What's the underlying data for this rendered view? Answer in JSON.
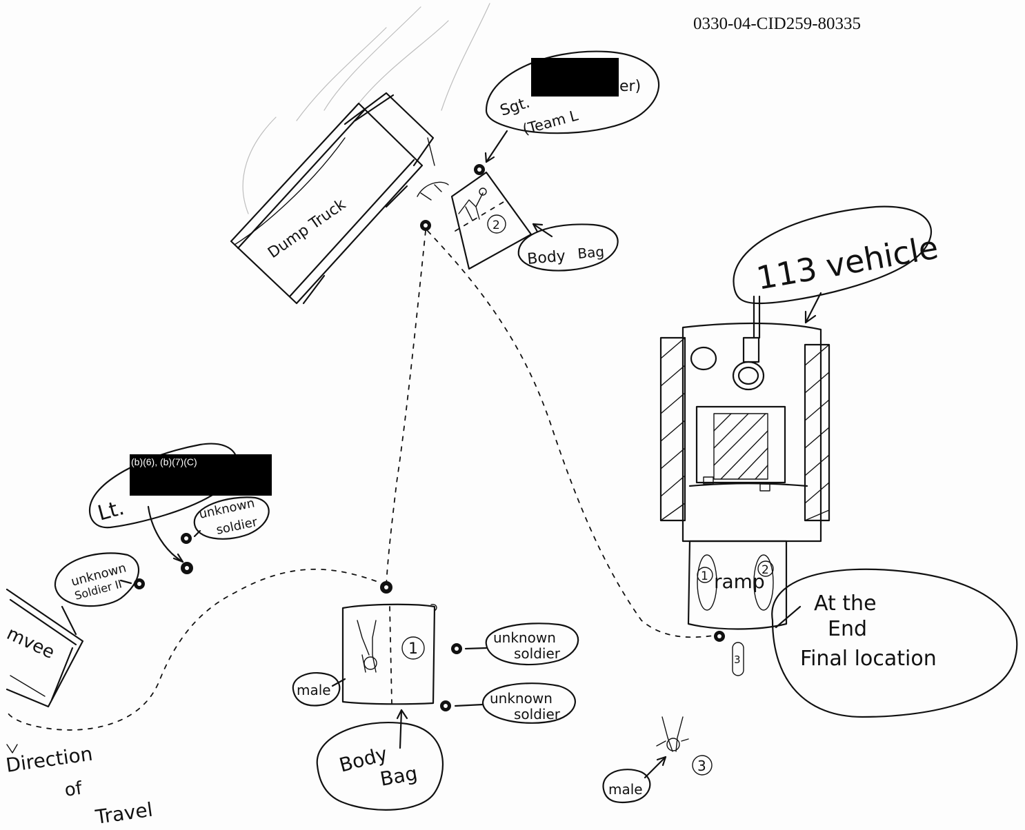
{
  "document": {
    "id_number": "0330-04-CID259-80335",
    "redaction_code": "(b)(6), (b)(7)(C)"
  },
  "vehicles": {
    "dump_truck": "Dump Truck",
    "humvee_partial": "mvee",
    "apc": "113 vehicle"
  },
  "callouts": {
    "sgt_prefix": "Sgt.",
    "sgt_suffix": "er)",
    "sgt_role": "(Team L",
    "lt": "Lt.",
    "unknown_word": "unknown",
    "soldier_word": "soldier",
    "soldier_ii": "Soldier II",
    "male": "male",
    "body_word": "Body",
    "bag_word": "Bag",
    "ramp_word": "ramp",
    "final_line1": "At the",
    "final_line2": "End",
    "final_line3": "Final location",
    "travel_line1": "Direction",
    "travel_line2": "of",
    "travel_line3": "Travel"
  },
  "markers": {
    "one": "1",
    "two": "2",
    "three": "3"
  },
  "colors": {
    "ink": "#111111",
    "redaction": "#000000",
    "paper": "#fdfdfd"
  }
}
